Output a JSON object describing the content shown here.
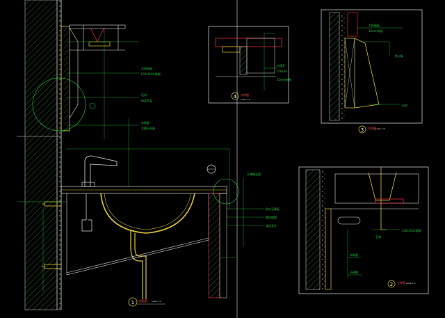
{
  "colors": {
    "background": "#000000",
    "line_primary": "#e8e8e8",
    "line_green": "#2ecc40",
    "line_yellow": "#e6d03c",
    "line_red": "#ff3b3b",
    "line_magenta": "#d23bd2",
    "hatch_green": "#3a8a3a"
  },
  "details": [
    {
      "id": "detail-1",
      "number": "1",
      "title": "剖面图",
      "scale": "scale 1:5"
    },
    {
      "id": "detail-2",
      "number": "2",
      "title": "大样图",
      "scale": "scale 1:5"
    },
    {
      "id": "detail-3",
      "number": "3",
      "title": "大样图",
      "scale": "scale 1:5"
    },
    {
      "id": "detail-4",
      "number": "4",
      "title": "大样图",
      "scale": "scale 1:5"
    }
  ],
  "callouts": {
    "main": [
      "木饰面板",
      "L50x50x5角钢",
      "石材",
      "成品台盆",
      "木饰面",
      "大理石台面",
      "不锈钢支架",
      "防水石膏板",
      "镀锌钢管",
      "成品龙头"
    ],
    "detail2": [
      "石材",
      "L50x50x5角钢",
      "木饰面",
      "不锈钢"
    ],
    "detail3": [
      "木饰面板",
      "12mm夹板",
      "防火板",
      "石材"
    ],
    "detail4": [
      "大理石",
      "L50x50",
      "12mm夹板"
    ]
  },
  "icons": [
    "section-marker-icon"
  ]
}
